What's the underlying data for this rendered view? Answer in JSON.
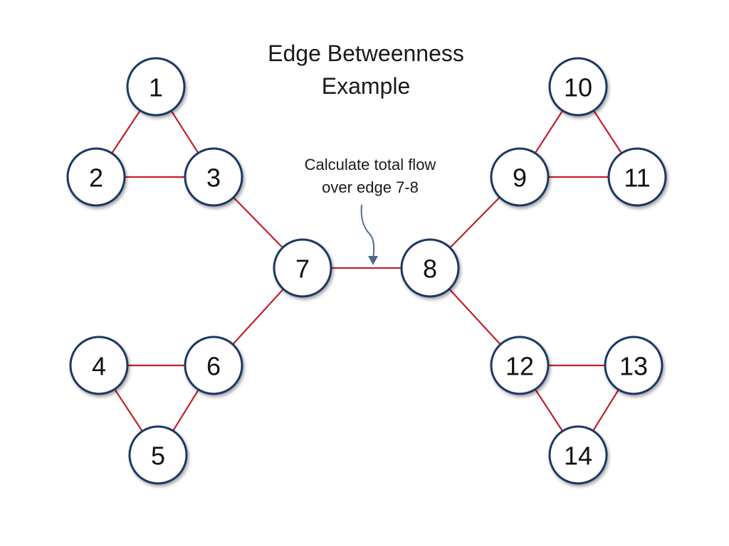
{
  "title": {
    "line1": "Edge Betweenness",
    "line2": "Example"
  },
  "annotation": {
    "line1": "Calculate total flow",
    "line2": "over edge 7-8"
  },
  "colors": {
    "edge": "#c0202a",
    "node_border": "#1f3864",
    "node_fill": "#ffffff",
    "arrow": "#4d6a8c"
  },
  "nodes": [
    {
      "id": "1",
      "label": "1"
    },
    {
      "id": "2",
      "label": "2"
    },
    {
      "id": "3",
      "label": "3"
    },
    {
      "id": "4",
      "label": "4"
    },
    {
      "id": "5",
      "label": "5"
    },
    {
      "id": "6",
      "label": "6"
    },
    {
      "id": "7",
      "label": "7"
    },
    {
      "id": "8",
      "label": "8"
    },
    {
      "id": "9",
      "label": "9"
    },
    {
      "id": "10",
      "label": "10"
    },
    {
      "id": "11",
      "label": "11"
    },
    {
      "id": "12",
      "label": "12"
    },
    {
      "id": "13",
      "label": "13"
    },
    {
      "id": "14",
      "label": "14"
    }
  ],
  "edges": [
    [
      "1",
      "2"
    ],
    [
      "1",
      "3"
    ],
    [
      "2",
      "3"
    ],
    [
      "3",
      "7"
    ],
    [
      "4",
      "5"
    ],
    [
      "4",
      "6"
    ],
    [
      "5",
      "6"
    ],
    [
      "6",
      "7"
    ],
    [
      "7",
      "8"
    ],
    [
      "8",
      "9"
    ],
    [
      "9",
      "10"
    ],
    [
      "9",
      "11"
    ],
    [
      "10",
      "11"
    ],
    [
      "8",
      "12"
    ],
    [
      "12",
      "13"
    ],
    [
      "12",
      "14"
    ],
    [
      "13",
      "14"
    ]
  ]
}
